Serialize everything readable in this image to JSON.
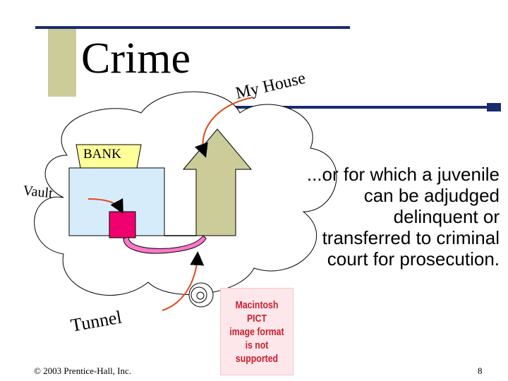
{
  "slide": {
    "title": "Crime",
    "labels": {
      "house": "My House",
      "bank": "BANK",
      "vault": "Vault",
      "tunnel": "Tunnel"
    },
    "body_text": "...or for which a juvenile can be adjudged delinquent or transferred to criminal court for prosecution.",
    "pict_placeholder": [
      "Macintosh PICT",
      "image format",
      "is not supported"
    ],
    "copyright": "© 2003 Prentice-Hall, Inc.",
    "page_number": "8"
  },
  "colors": {
    "accent_tan": "#cccc99",
    "accent_navy": "#1a2a6e",
    "house_fill": "#cccc99",
    "bank_sign": "#ffff99",
    "vault_fill": "#d7ecfb",
    "vault_box": "#f0006e",
    "tunnel": "#ff77c8",
    "arrow": "#e04a1c"
  }
}
